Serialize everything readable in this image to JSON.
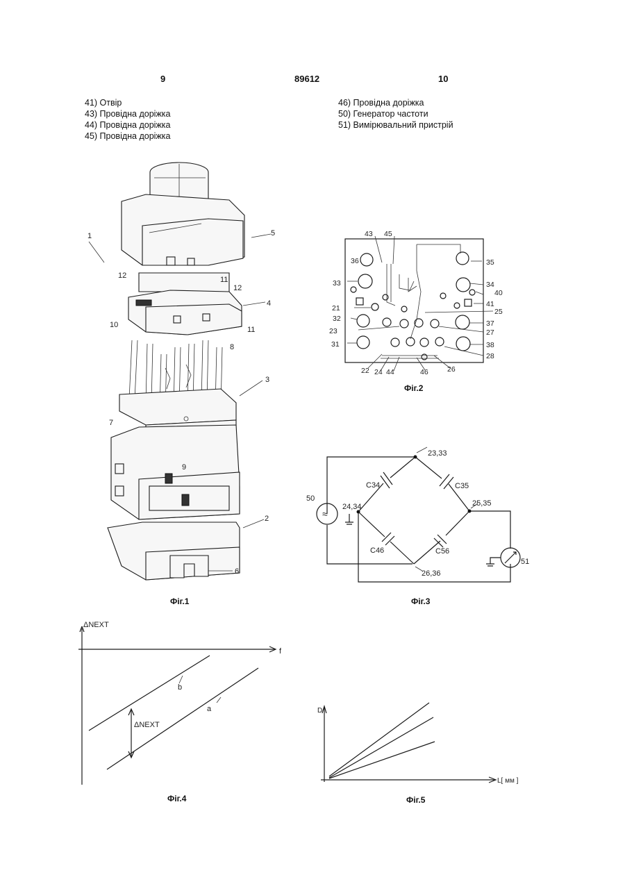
{
  "header": {
    "left_page": "9",
    "doc_number": "89612",
    "right_page": "10"
  },
  "legend_left": [
    "41) Отвір",
    "43) Провідна доріжка",
    "44) Провідна доріжка",
    "45) Провідна доріжка"
  ],
  "legend_right": [
    "46) Провідна доріжка",
    "50) Генератор частоти",
    "51) Вимірювальний пристрій"
  ],
  "fig1": {
    "caption": "Фіг.1",
    "labels": {
      "l1": "1",
      "l5": "5",
      "l12a": "12",
      "l11a": "11",
      "l12b": "12",
      "l4": "4",
      "l10": "10",
      "l11b": "11",
      "l8": "8",
      "l3": "3",
      "l7": "7",
      "l9": "9",
      "l2": "2",
      "l6": "6"
    }
  },
  "fig2": {
    "caption": "Фіг.2",
    "labels": {
      "l43": "43",
      "l45": "45",
      "l36": "36",
      "l35": "35",
      "l33": "33",
      "l34": "34",
      "l40": "40",
      "l41": "41",
      "l21": "21",
      "l25": "25",
      "l32": "32",
      "l37": "37",
      "l23": "23",
      "l27": "27",
      "l31": "31",
      "l38": "38",
      "l28": "28",
      "l22": "22",
      "l24": "24",
      "l44": "44",
      "l46": "46",
      "l26": "26"
    }
  },
  "fig3": {
    "caption": "Фіг.3",
    "labels": {
      "top": "23,33",
      "left": "24,34",
      "right": "25,35",
      "bottom": "26,36",
      "gen": "50",
      "meter": "51",
      "c34": "C34",
      "c35": "C35",
      "c46": "C46",
      "c56": "C56",
      "tilde": "≈"
    }
  },
  "fig4": {
    "caption": "Фіг.4",
    "ylabel": "ΔNEXT",
    "xlabel": "f",
    "delta": "ΔNEXT",
    "line_a": "a",
    "line_b": "b"
  },
  "fig5": {
    "caption": "Фіг.5",
    "ylabel": "D",
    "xlabel": "L[ мм ]"
  }
}
